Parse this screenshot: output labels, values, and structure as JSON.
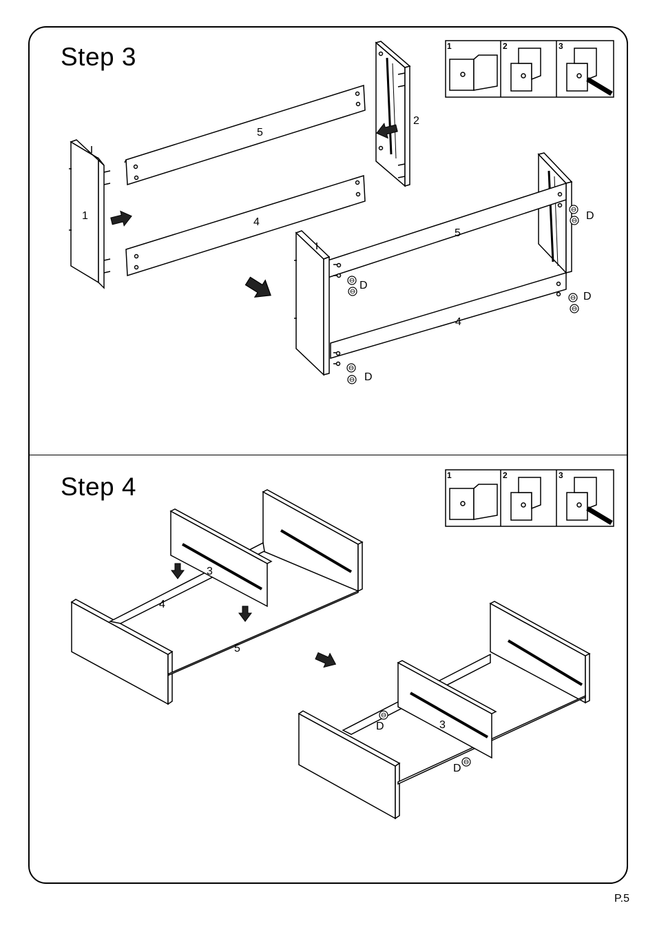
{
  "page_number": "P.5",
  "step3": {
    "title": "Step  3",
    "parts": {
      "p1": "1",
      "p2": "2",
      "p4": "4",
      "p5": "5"
    },
    "assembled": {
      "p4": "4",
      "p5": "5"
    },
    "hardware": {
      "d1": "D",
      "d2": "D",
      "d3": "D",
      "d4": "D"
    },
    "inset": [
      "1",
      "2",
      "3"
    ]
  },
  "step4": {
    "title": "Step  4",
    "parts": {
      "p3": "3",
      "p4": "4",
      "p5": "5"
    },
    "assembled": {
      "p3": "3"
    },
    "hardware": {
      "d1": "D",
      "d2": "D"
    },
    "inset": [
      "1",
      "2",
      "3"
    ]
  }
}
